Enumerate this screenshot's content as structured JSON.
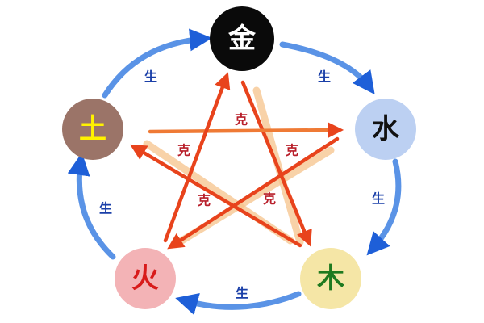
{
  "colors": {
    "sheng_arrow": "#1e5fd8",
    "sheng_label": "#1a3fa8",
    "ke_arrow": "#e8431c",
    "ke_arrow_light": "#f6b77a",
    "ke_label": "#b81e2a"
  },
  "nodes": {
    "metal": {
      "label": "金",
      "fill": "#0a0a0a",
      "text_color": "#ffffff"
    },
    "water": {
      "label": "水",
      "fill": "#bcd0f2",
      "text_color": "#111111"
    },
    "wood": {
      "label": "木",
      "fill": "#f5e6a6",
      "text_color": "#1f7a1f"
    },
    "fire": {
      "label": "火",
      "fill": "#f3b3b6",
      "text_color": "#d81b1b"
    },
    "earth": {
      "label": "土",
      "fill": "#9b7468",
      "text_color": "#fff200"
    }
  },
  "sheng": {
    "metal_to_water": "生",
    "water_to_wood": "生",
    "wood_to_fire": "生",
    "fire_to_earth": "生",
    "earth_to_metal": "生"
  },
  "ke": {
    "metal_wood": "克",
    "wood_earth": "克",
    "earth_water": "克",
    "water_fire": "克",
    "fire_metal": "克"
  }
}
